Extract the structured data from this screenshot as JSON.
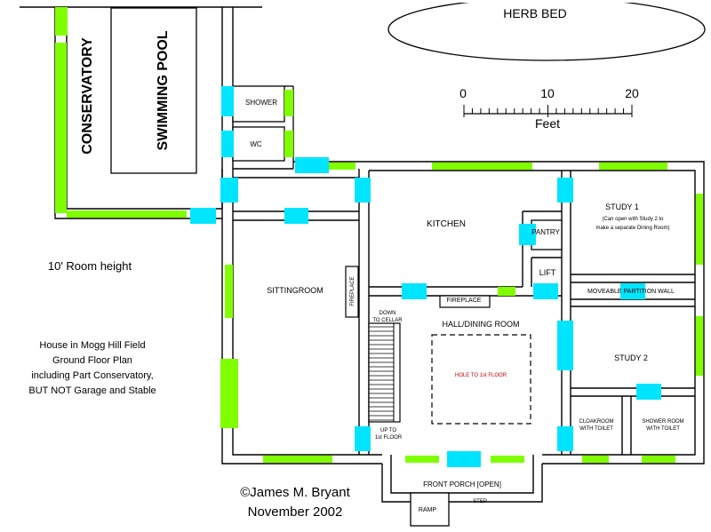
{
  "labels": {
    "herb_bed": "HERB BED",
    "conservatory": "CONSERVATORY",
    "swimming_pool": "SWIMMING POOL",
    "shower": "SHOWER",
    "wc": "WC",
    "kitchen": "KITCHEN",
    "pantry": "PANTRY",
    "lift": "LIFT",
    "study1": "STUDY 1",
    "study1_note_1": "(Can open with Study 2 to",
    "study1_note_2": "make a separate Dining Room)",
    "partition": "MOVEABLE PARTITION WALL",
    "study2": "STUDY 2",
    "sittingroom": "SITTINGROOM",
    "fireplace_side": "FIREPLACE",
    "fireplace_hall": "FIREPLACE",
    "down_cellar_1": "DOWN",
    "down_cellar_2": "TO CELLAR",
    "hall_dining": "HALL/DINING ROOM",
    "hole": "HOLE TO 1st FLOOR",
    "up_floor_1": "UP TO",
    "up_floor_2": "1st FLOOR",
    "cloakroom_1": "CLOAKROOM",
    "cloakroom_2": "WITH TOILET",
    "shower_room_1": "SHOWER ROOM",
    "shower_room_2": "WITH TOILET",
    "front_porch": "FRONT PORCH [OPEN]",
    "ramp": "RAMP",
    "step": "STEP",
    "room_height": "10' Room height",
    "caption_1": "House in Mogg Hill Field",
    "caption_2": "Ground Floor Plan",
    "caption_3": "including Part Conservatory,",
    "caption_4": "BUT NOT Garage and Stable",
    "copyright": "©James M. Bryant",
    "date": "November 2002"
  },
  "scale": {
    "ticks": [
      "0",
      "10",
      "20"
    ],
    "unit": "Feet"
  },
  "colors": {
    "window": "#80ff00",
    "door": "#00e5ff",
    "hole_text": "#cc0000",
    "wall": "#000000"
  }
}
